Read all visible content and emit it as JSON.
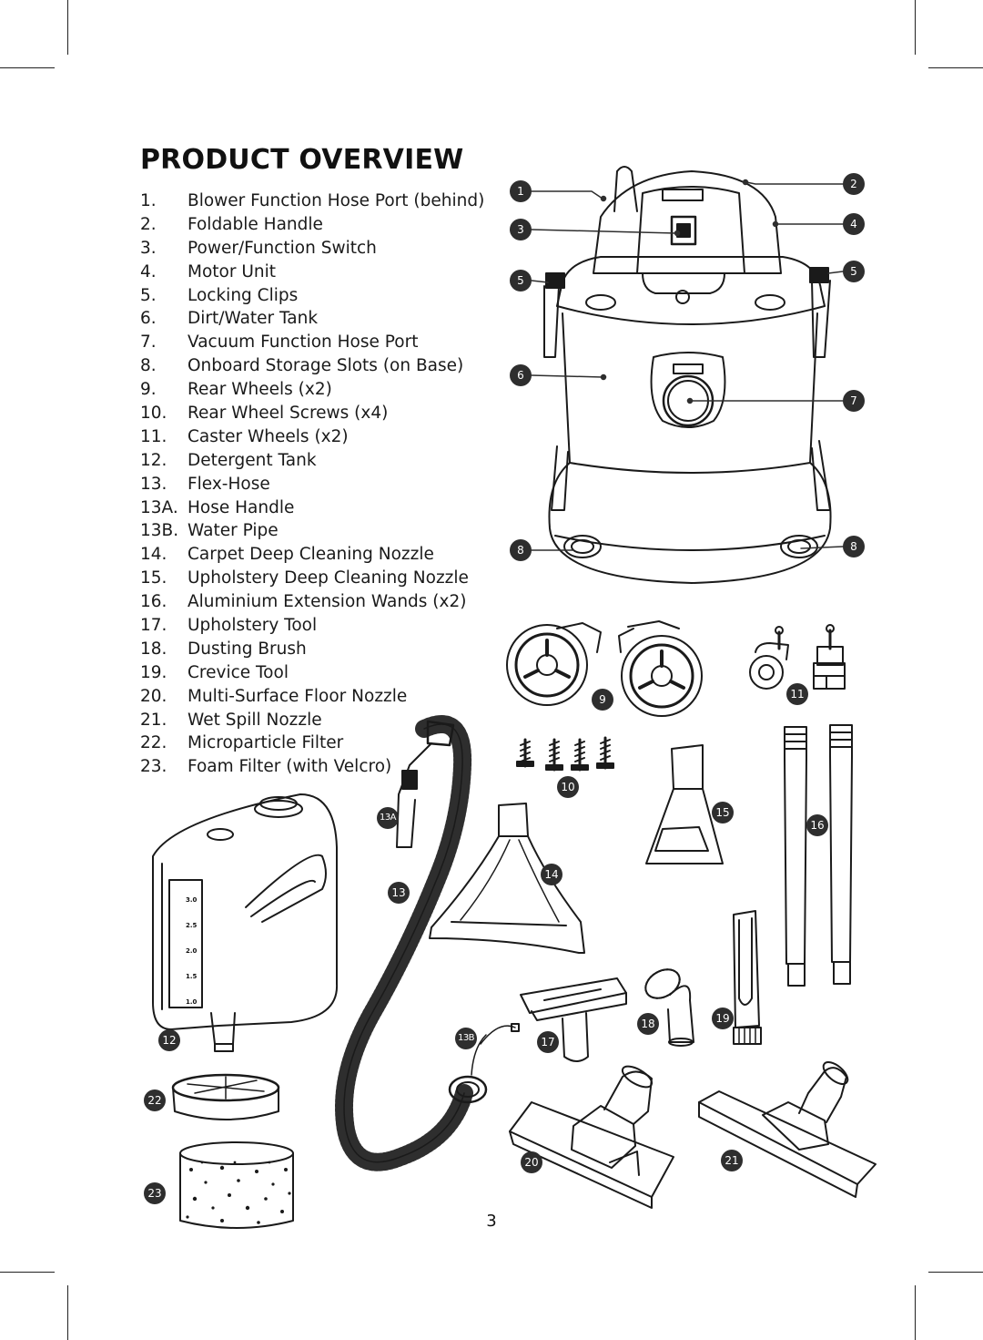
{
  "page": {
    "title": "PRODUCT OVERVIEW",
    "page_number": "3"
  },
  "parts": [
    {
      "num": "1.",
      "label": "Blower Function Hose Port (behind)"
    },
    {
      "num": "2.",
      "label": "Foldable Handle"
    },
    {
      "num": "3.",
      "label": "Power/Function Switch"
    },
    {
      "num": "4.",
      "label": "Motor Unit"
    },
    {
      "num": "5.",
      "label": "Locking Clips"
    },
    {
      "num": "6.",
      "label": "Dirt/Water Tank"
    },
    {
      "num": "7.",
      "label": "Vacuum Function Hose Port"
    },
    {
      "num": "8.",
      "label": "Onboard Storage Slots (on Base)"
    },
    {
      "num": "9.",
      "label": "Rear Wheels (x2)"
    },
    {
      "num": "10.",
      "label": "Rear Wheel Screws (x4)"
    },
    {
      "num": "11.",
      "label": "Caster Wheels (x2)"
    },
    {
      "num": "12.",
      "label": "Detergent Tank"
    },
    {
      "num": "13.",
      "label": "Flex-Hose"
    },
    {
      "num": "13A.",
      "label": "Hose Handle"
    },
    {
      "num": "13B.",
      "label": "Water Pipe"
    },
    {
      "num": "14.",
      "label": "Carpet Deep Cleaning Nozzle"
    },
    {
      "num": "15.",
      "label": "Upholstery Deep Cleaning Nozzle"
    },
    {
      "num": "16.",
      "label": "Aluminium Extension Wands (x2)"
    },
    {
      "num": "17.",
      "label": "Upholstery Tool"
    },
    {
      "num": "18.",
      "label": "Dusting Brush"
    },
    {
      "num": "19.",
      "label": "Crevice Tool"
    },
    {
      "num": "20.",
      "label": "Multi-Surface Floor Nozzle"
    },
    {
      "num": "21.",
      "label": "Wet Spill Nozzle"
    },
    {
      "num": "22.",
      "label": "Microparticle Filter"
    },
    {
      "num": "23.",
      "label": "Foam Filter (with Velcro)"
    }
  ],
  "callouts": {
    "c1": "1",
    "c2": "2",
    "c3": "3",
    "c4": "4",
    "c5a": "5",
    "c5b": "5",
    "c6": "6",
    "c7": "7",
    "c8a": "8",
    "c8b": "8",
    "c9": "9",
    "c10": "10",
    "c11": "11",
    "c12": "12",
    "c13": "13",
    "c13a": "13A",
    "c13b": "13B",
    "c14": "14",
    "c15": "15",
    "c16": "16",
    "c17": "17",
    "c18": "18",
    "c19": "19",
    "c20": "20",
    "c21": "21",
    "c22": "22",
    "c23": "23"
  },
  "gauge_labels": [
    "3.0",
    "2.5",
    "2.0",
    "1.5",
    "1.0"
  ],
  "colors": {
    "ink": "#2e2e2e",
    "outline": "#1a1a1a",
    "callout_fill": "#2e2e2e",
    "callout_text": "#ffffff"
  }
}
